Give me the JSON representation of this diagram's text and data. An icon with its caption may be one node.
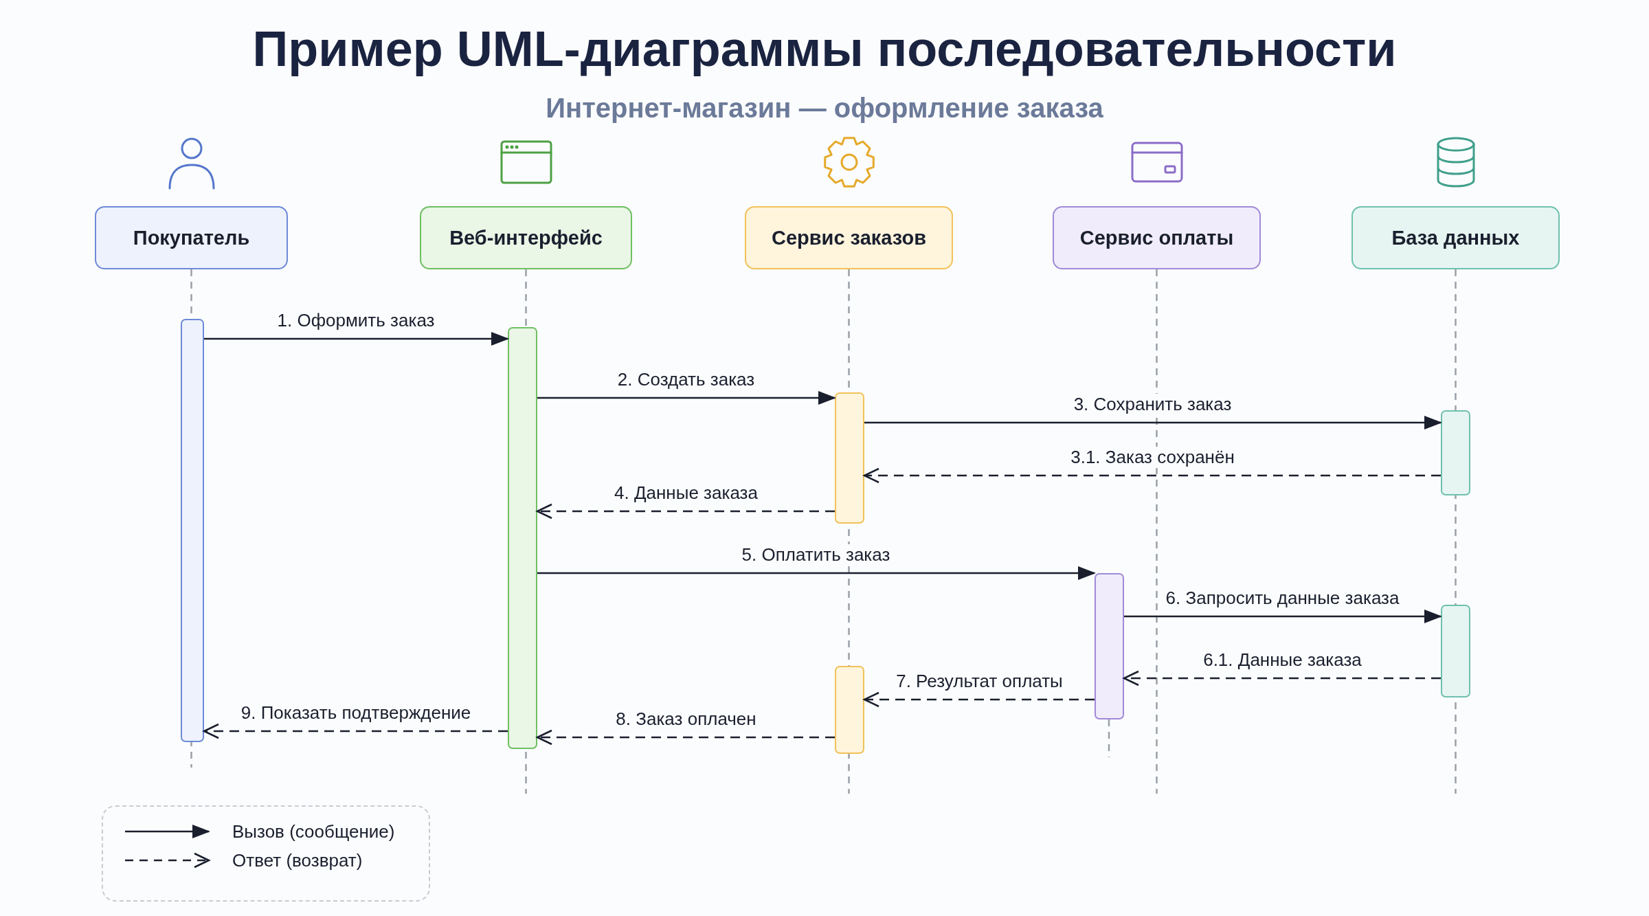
{
  "diagram": {
    "title": "Пример UML-диаграммы последовательности",
    "nodes": [
      {
        "text": [
          "Покупатель"
        ]
      },
      {
        "text": [
          "Веб-интерфейс"
        ]
      },
      {
        "text": [
          "Сервис заказов"
        ]
      },
      {
        "text": [
          "Сервис оплаты"
        ]
      },
      {
        "text": [
          "База данных"
        ]
      },
      {
        "text": [],
        "shape": "bar"
      },
      {
        "text": [],
        "shape": "bar"
      },
      {
        "text": [],
        "shape": "bar"
      },
      {
        "text": [],
        "shape": "bar"
      },
      {
        "text": [],
        "shape": "bar"
      },
      {
        "text": [],
        "shape": "bar"
      },
      {
        "text": [],
        "shape": "bar"
      }
    ],
    "edges": [
      {
        "from": 5,
        "to": 6,
        "arrow": "to",
        "label": "1. Оформить заказ"
      },
      {
        "from": 6,
        "to": 7,
        "arrow": "to",
        "label": "2. Создать заказ"
      },
      {
        "from": 7,
        "to": 10,
        "arrow": "to",
        "label": "3. Сохранить заказ"
      },
      {
        "from": 10,
        "to": 7,
        "arrow": "to",
        "label": "3.1. Заказ сохранён",
        "style": "dashed"
      },
      {
        "from": 7,
        "to": 6,
        "arrow": "to",
        "label": "4. Данные заказа",
        "style": "dashed"
      },
      {
        "from": 6,
        "to": 9,
        "arrow": "to",
        "label": "5. Оплатить заказ"
      },
      {
        "from": 9,
        "to": 11,
        "arrow": "to",
        "label": "6. Запросить данные заказа"
      },
      {
        "from": 11,
        "to": 9,
        "arrow": "to",
        "label": "6.1. Данные заказа",
        "style": "dashed"
      },
      {
        "from": 9,
        "to": 8,
        "arrow": "to",
        "label": "7. Результат оплаты",
        "style": "dashed"
      },
      {
        "from": 8,
        "to": 6,
        "arrow": "to",
        "label": "8. Заказ оплачен",
        "style": "dashed"
      },
      {
        "from": 6,
        "to": 5,
        "arrow": "to",
        "label": "9. Показать подтверждение",
        "style": "dashed"
      }
    ],
    "labels": [
      "Интернет-магазин — оформление заказа"
    ],
    "legend": [
      {
        "text": "Вызов (сообщение)"
      },
      {
        "text": "Ответ (возврат)"
      }
    ]
  }
}
